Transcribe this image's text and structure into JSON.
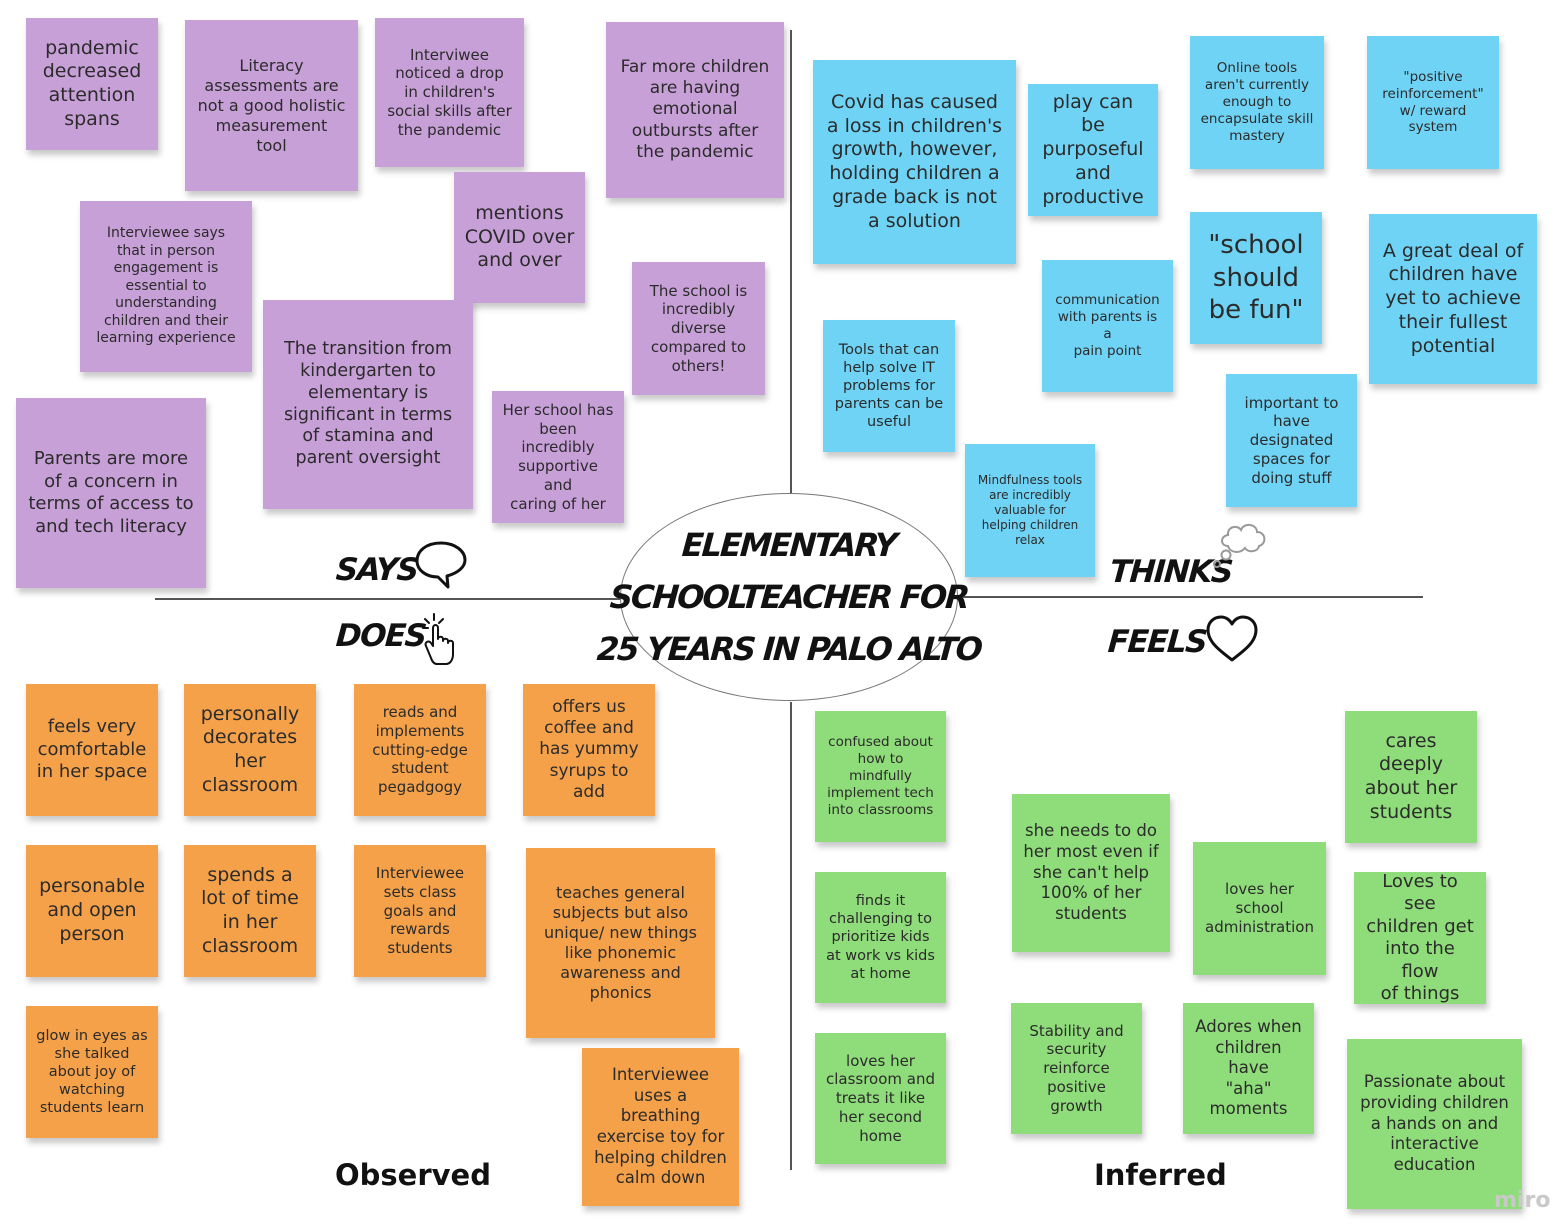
{
  "center_title": [
    "ELEMENTARY",
    "SCHOOLTEACHER FOR",
    "25 YEARS IN PALO ALTO"
  ],
  "quadrants": {
    "says": "SAYS",
    "thinks": "THINKS",
    "does": "DOES",
    "feels": "FEELS"
  },
  "sections": {
    "observed": "Observed",
    "inferred": "Inferred"
  },
  "watermark": "miro",
  "notes": {
    "says": [
      "pandemic\ndecreased\nattention\nspans",
      "Literacy\nassessments are\nnot a good holistic\nmeasurement\ntool",
      "Interviwee\nnoticed a drop\nin children's\nsocial skills after\nthe pandemic",
      "Far more children\nare having\nemotional\noutbursts after\nthe pandemic",
      "Interviewee says\nthat in person\nengagement is\nessential to\nunderstanding\nchildren and their\nlearning experience",
      "mentions\nCOVID over\nand over",
      "The school is\nincredibly\ndiverse\ncompared to\nothers!",
      "The transition from\nkindergarten to\nelementary is\nsignificant in terms\nof stamina and\nparent oversight",
      "Parents are more\nof a concern in\nterms of access to\nand tech literacy",
      "Her school has\nbeen\nincredibly\nsupportive and\ncaring of her"
    ],
    "thinks": [
      "Covid has caused\na loss in children's\ngrowth, however,\nholding children a\ngrade back is not\na solution",
      "play can be\npurposeful\nand\nproductive",
      "Online tools\naren't currently\nenough to\nencapsulate skill\nmastery",
      "\"positive\nreinforcement\"\nw/ reward\nsystem",
      "\"school\nshould\nbe fun\"",
      "A great deal of\nchildren have\nyet to achieve\ntheir fullest\npotential",
      "communication\nwith parents is a\npain point",
      "Tools that can\nhelp solve IT\nproblems for\nparents can be\nuseful",
      "important to\nhave\ndesignated\nspaces for\ndoing stuff",
      "Mindfulness tools\nare incredibly\nvaluable for\nhelping children\nrelax"
    ],
    "does": [
      "feels very\ncomfortable\nin her space",
      "personally\ndecorates\nher\nclassroom",
      "reads and\nimplements\ncutting-edge\nstudent\npegadgogy",
      "offers us\ncoffee and\nhas yummy\nsyrups to add",
      "personable\nand open\nperson",
      "spends a\nlot of time\nin her\nclassroom",
      "Interviewee\nsets class\ngoals and\nrewards\nstudents",
      "teaches general\nsubjects but also\nunique/ new things\nlike phonemic\nawareness and\nphonics",
      "glow in eyes as\nshe talked\nabout joy of\nwatching\nstudents learn",
      "Interviewee\nuses a breathing\nexercise toy for\nhelping children\ncalm down"
    ],
    "feels": [
      "confused about\nhow to\nmindfully\nimplement tech\ninto classrooms",
      "she needs to do\nher most even if\nshe can't help\n100% of her\nstudents",
      "cares\ndeeply\nabout her\nstudents",
      "finds it\nchallenging to\nprioritize kids\nat work vs kids\nat home",
      "loves her\nschool\nadministration",
      "Loves to see\nchildren get\ninto the flow\nof things",
      "loves her\nclassroom and\ntreats it like\nher second\nhome",
      "Stability and\nsecurity\nreinforce\npositive\ngrowth",
      "Adores when\nchildren have\n\"aha\"\nmoments",
      "Passionate about\nproviding children\na hands on and\ninteractive\neducation"
    ]
  }
}
